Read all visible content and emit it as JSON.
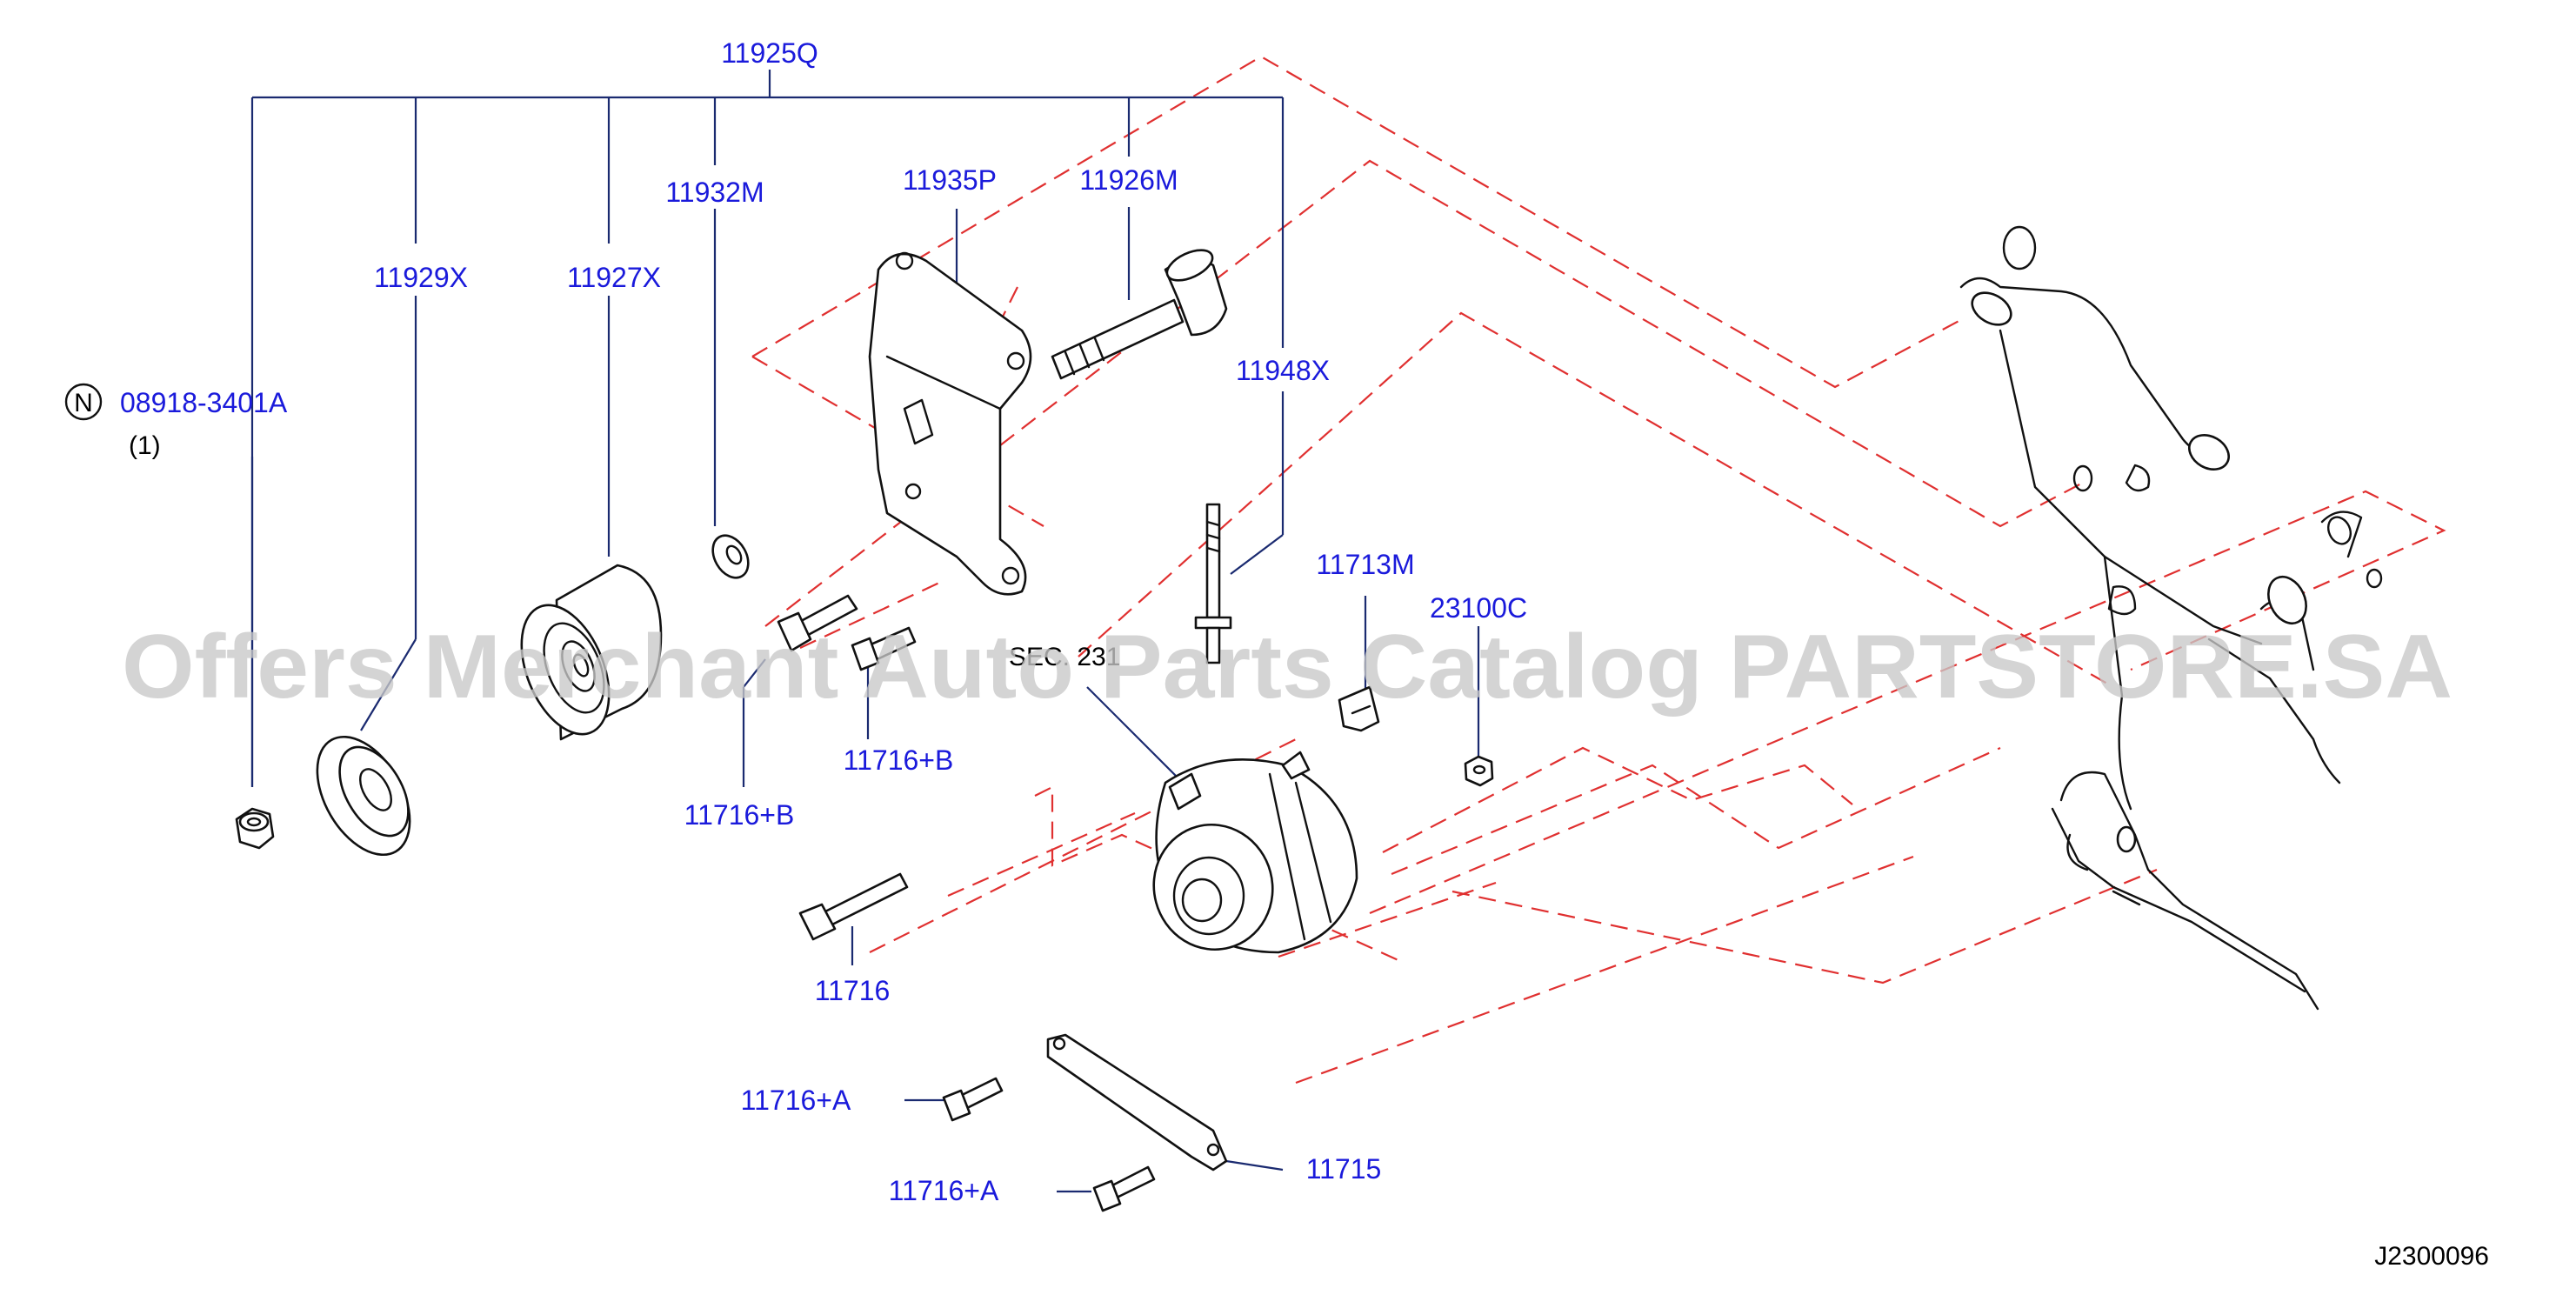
{
  "diagram": {
    "part_labels": {
      "p11925Q": "11925Q",
      "p11932M": "11932M",
      "p11935P": "11935P",
      "p11926M": "11926M",
      "p11929X": "11929X",
      "p11927X": "11927X",
      "p11948X": "11948X",
      "p08918": "08918-3401A",
      "qty08918": "(1)",
      "nMark": "N",
      "p11713M": "11713M",
      "p23100C": "23100C",
      "sec": "SEC. 231",
      "p11716B_1": "11716+B",
      "p11716B_2": "11716+B",
      "p11716": "11716",
      "p11716A_1": "11716+A",
      "p11716A_2": "11716+A",
      "p11715": "11715"
    },
    "diagram_id": "J2300096",
    "watermark": "Offers Merchant Auto Parts Catalog PARTSTORE.SA",
    "colors": {
      "label": "#1a1adb",
      "leader": "#1a2a70",
      "dashed_outline": "#e03030",
      "part_stroke": "#111111",
      "watermark": "#c8c8c8"
    }
  }
}
